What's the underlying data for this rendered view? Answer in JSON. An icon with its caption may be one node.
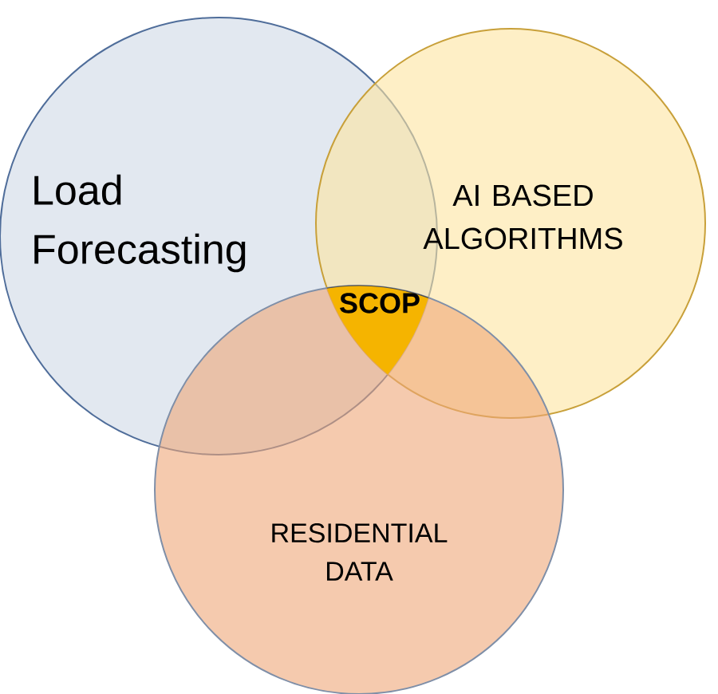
{
  "diagram": {
    "nodes": [
      {
        "text": [
          "Load Forecasting"
        ]
      },
      {
        "text": [
          "AI BASED ALGORITHMS"
        ]
      },
      {
        "text": [
          "RESIDENTIAL DATA"
        ]
      },
      {
        "text": [
          "SCOP"
        ]
      }
    ]
  }
}
